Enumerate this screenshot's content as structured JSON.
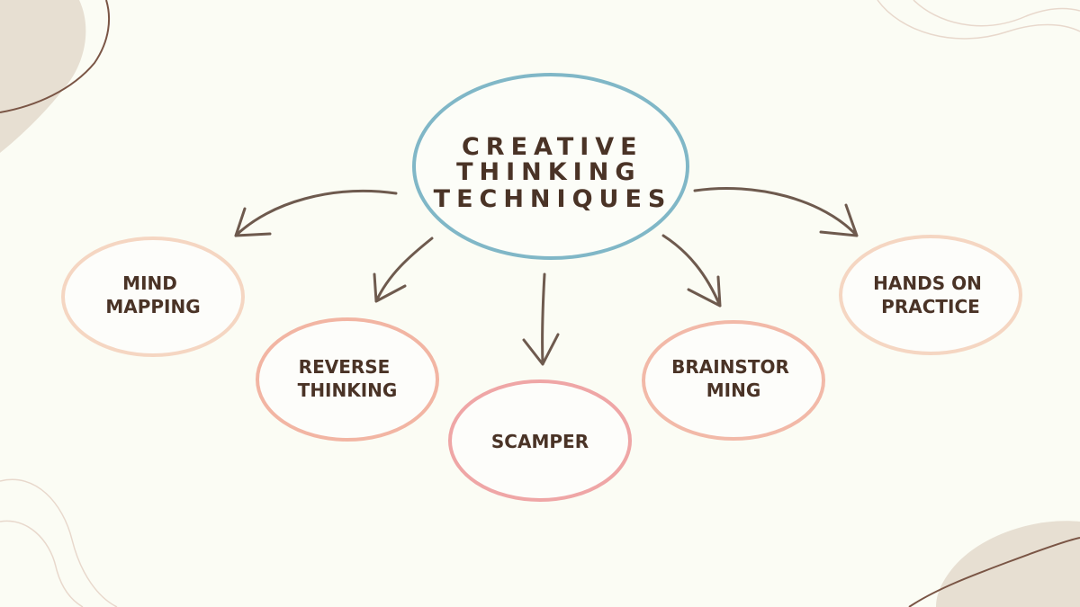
{
  "diagram": {
    "center": {
      "lines": [
        "CREATIVE",
        "THINKING",
        "TECHNIQUES"
      ],
      "border_color": "#80b7c7"
    },
    "nodes": [
      {
        "id": "mind-mapping",
        "lines": [
          "MIND",
          "MAPPING"
        ],
        "border_color": "#f5d6c2"
      },
      {
        "id": "reverse-thinking",
        "lines": [
          "REVERSE",
          "THINKING"
        ],
        "border_color": "#f2b5a3"
      },
      {
        "id": "scamper",
        "lines": [
          "SCAMPER"
        ],
        "border_color": "#efa6a6"
      },
      {
        "id": "brainstorming",
        "lines": [
          "BRAINSTOR",
          "MING"
        ],
        "border_color": "#f2b9a8"
      },
      {
        "id": "hands-on-practice",
        "lines": [
          "HANDS ON",
          "PRACTICE"
        ],
        "border_color": "#f5d6c2"
      }
    ],
    "colors": {
      "background": "#fbfcf4",
      "text": "#4a3326",
      "arrow": "#6e5a4e",
      "blob": "#e7dfd2",
      "line_art": "#7a5545"
    }
  }
}
